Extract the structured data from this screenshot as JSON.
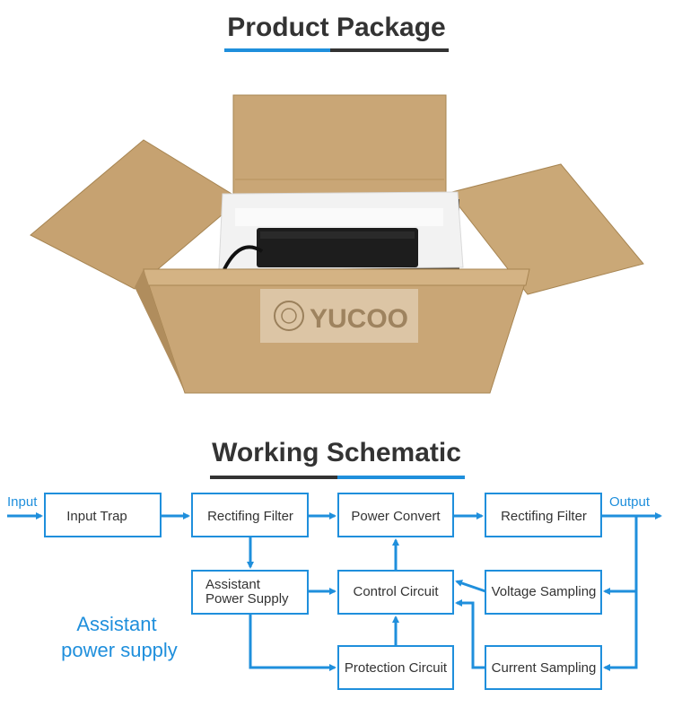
{
  "section1": {
    "title": "Product Package"
  },
  "photo": {
    "watermark": "YUCOO"
  },
  "section2": {
    "title": "Working Schematic"
  },
  "schematic": {
    "input_label": "Input",
    "output_label": "Output",
    "side_note_line1": "Assistant",
    "side_note_line2": "power supply",
    "blocks": {
      "input_trap": "Input Trap",
      "rectifing_filter_1": "Rectifing Filter",
      "power_convert": "Power Convert",
      "rectifing_filter_2": "Rectifing Filter",
      "assistant_power_line1": "Assistant",
      "assistant_power_line2": "Power Supply",
      "control_circuit": "Control Circuit",
      "voltage_sampling": "Voltage Sampling",
      "protection_circuit": "Protection Circuit",
      "current_sampling": "Current Sampling"
    }
  },
  "colors": {
    "accent": "#1f8fdc",
    "dark": "#333333",
    "cardboard": "#c9a676"
  }
}
